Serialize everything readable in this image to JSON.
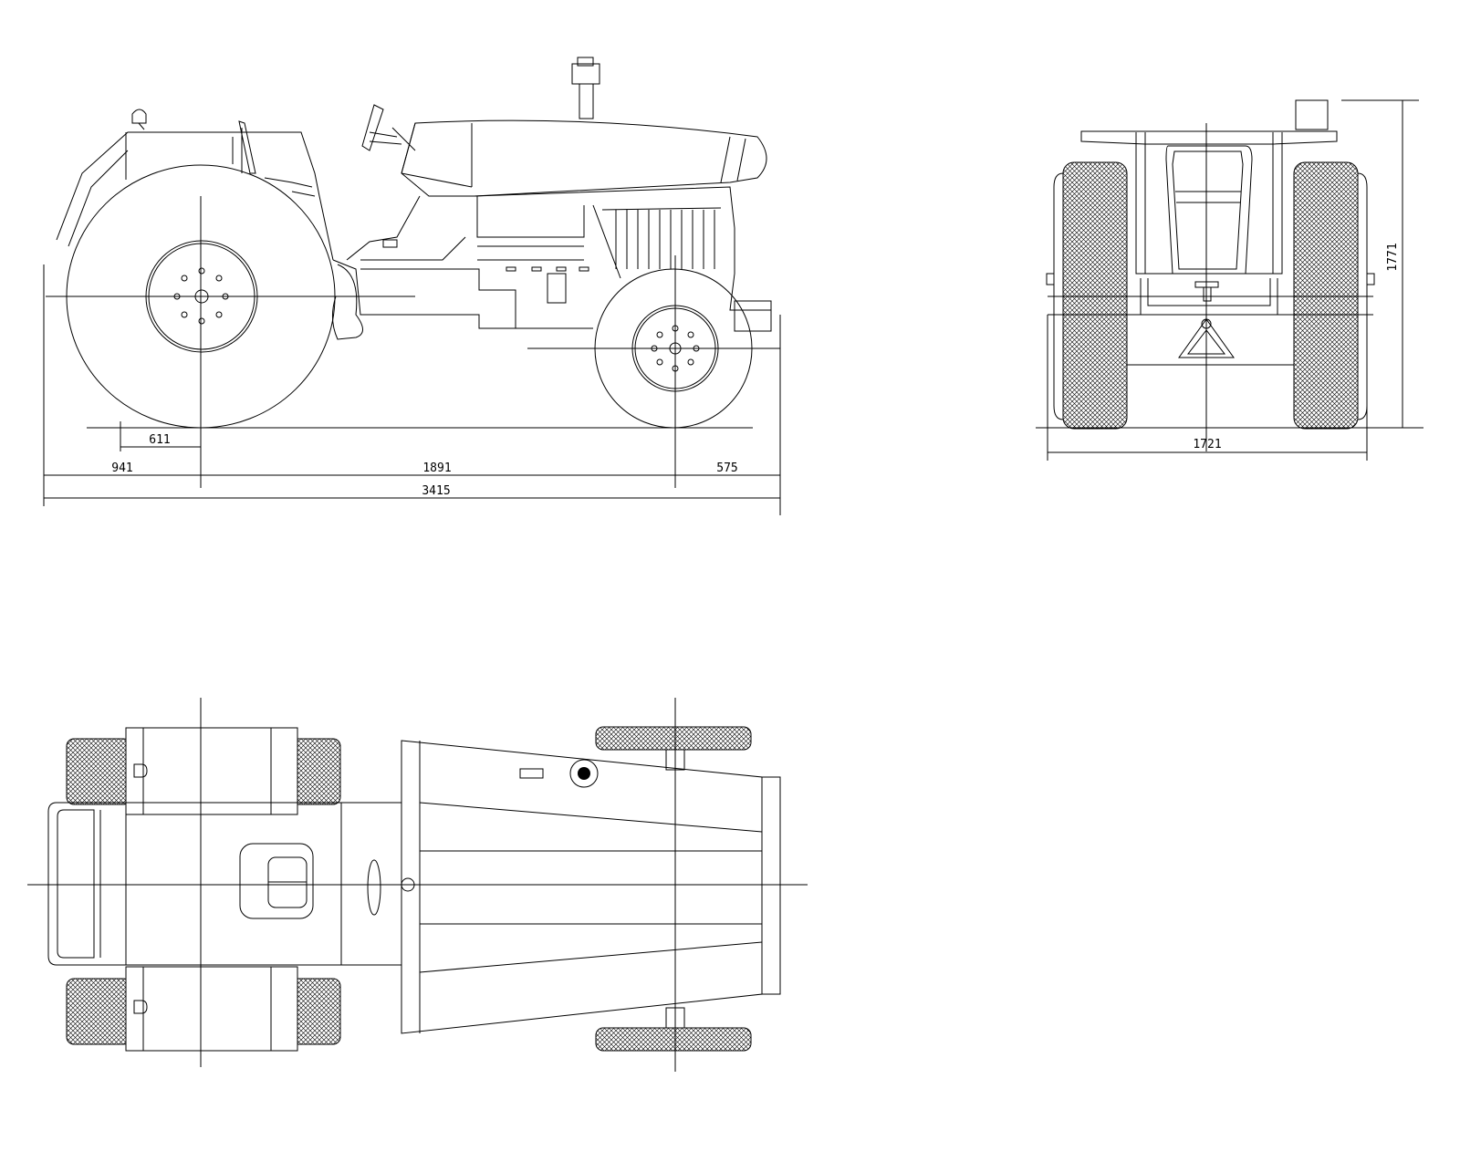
{
  "drawing": {
    "side_view": {
      "dimensions": {
        "ballast_offset": "611",
        "front_overhang": "941",
        "wheelbase": "1891",
        "rear_overhang": "575",
        "overall_length": "3415"
      }
    },
    "front_view": {
      "dimensions": {
        "track_width": "1721",
        "height": "1771"
      }
    },
    "top_view": {}
  },
  "colors": {
    "line": "#000000",
    "background": "#ffffff"
  }
}
